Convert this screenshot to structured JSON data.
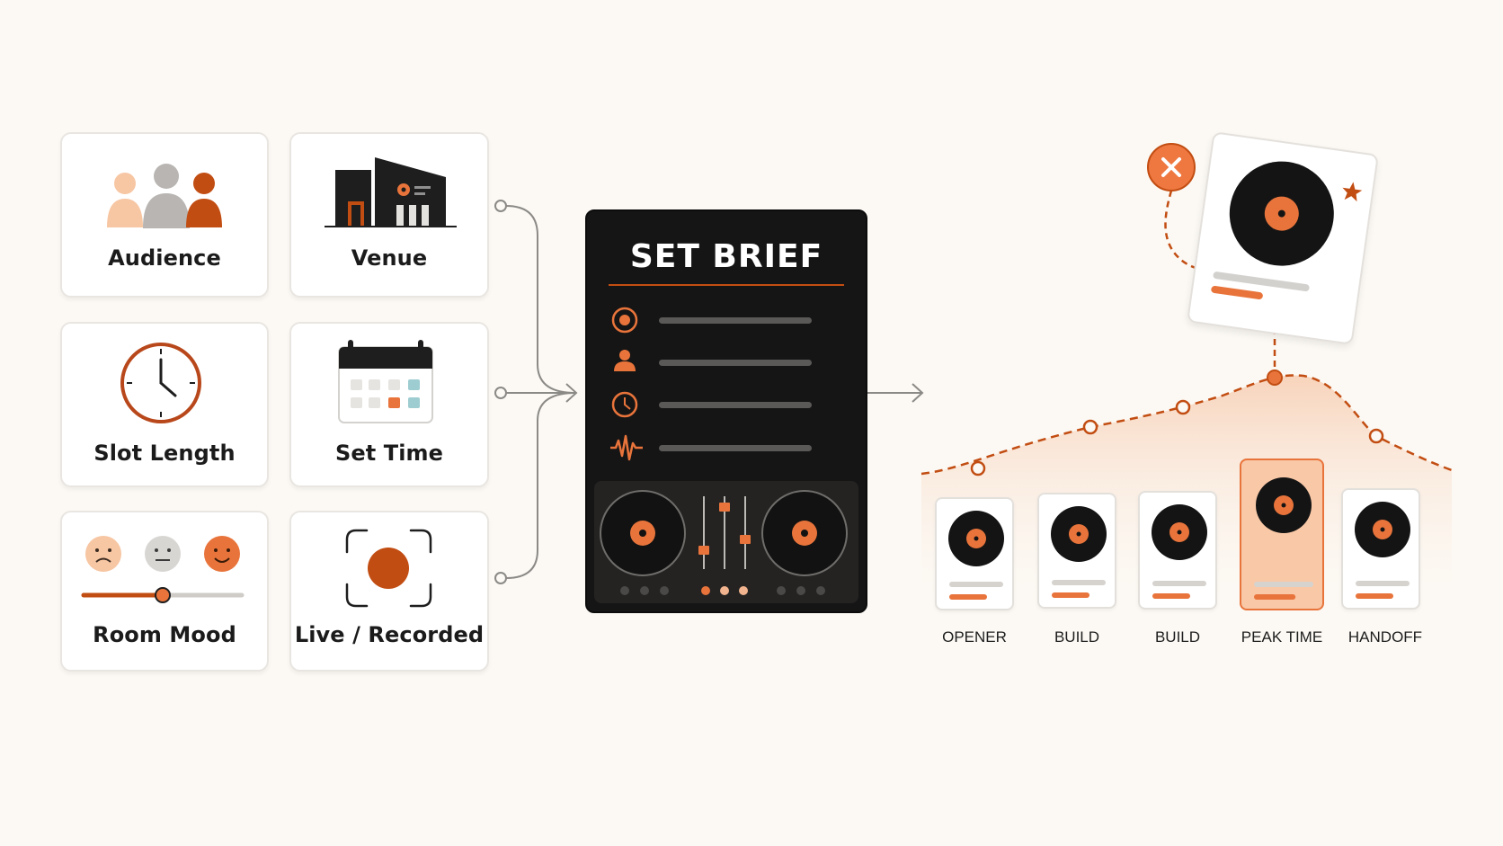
{
  "inputs": {
    "audience": {
      "label": "Audience"
    },
    "venue": {
      "label": "Venue"
    },
    "slot_length": {
      "label": "Slot Length"
    },
    "set_time": {
      "label": "Set Time"
    },
    "room_mood": {
      "label": "Room Mood",
      "slider_level": 0.5
    },
    "live_recorded": {
      "label": "Live / Recorded"
    }
  },
  "brief": {
    "title": "SET BRIEF",
    "rows": [
      "target-icon",
      "person-icon",
      "clock-icon",
      "waveform-icon"
    ]
  },
  "stages": [
    {
      "label": "OPENER",
      "highlighted": false
    },
    {
      "label": "BUILD",
      "highlighted": false
    },
    {
      "label": "BUILD",
      "highlighted": false
    },
    {
      "label": "PEAK TIME",
      "highlighted": true
    },
    {
      "label": "HANDOFF",
      "highlighted": false
    }
  ],
  "colors": {
    "accent": "#e8743b",
    "accent_dark": "#c24d12",
    "dark": "#161515",
    "background": "#fcf9f4"
  }
}
